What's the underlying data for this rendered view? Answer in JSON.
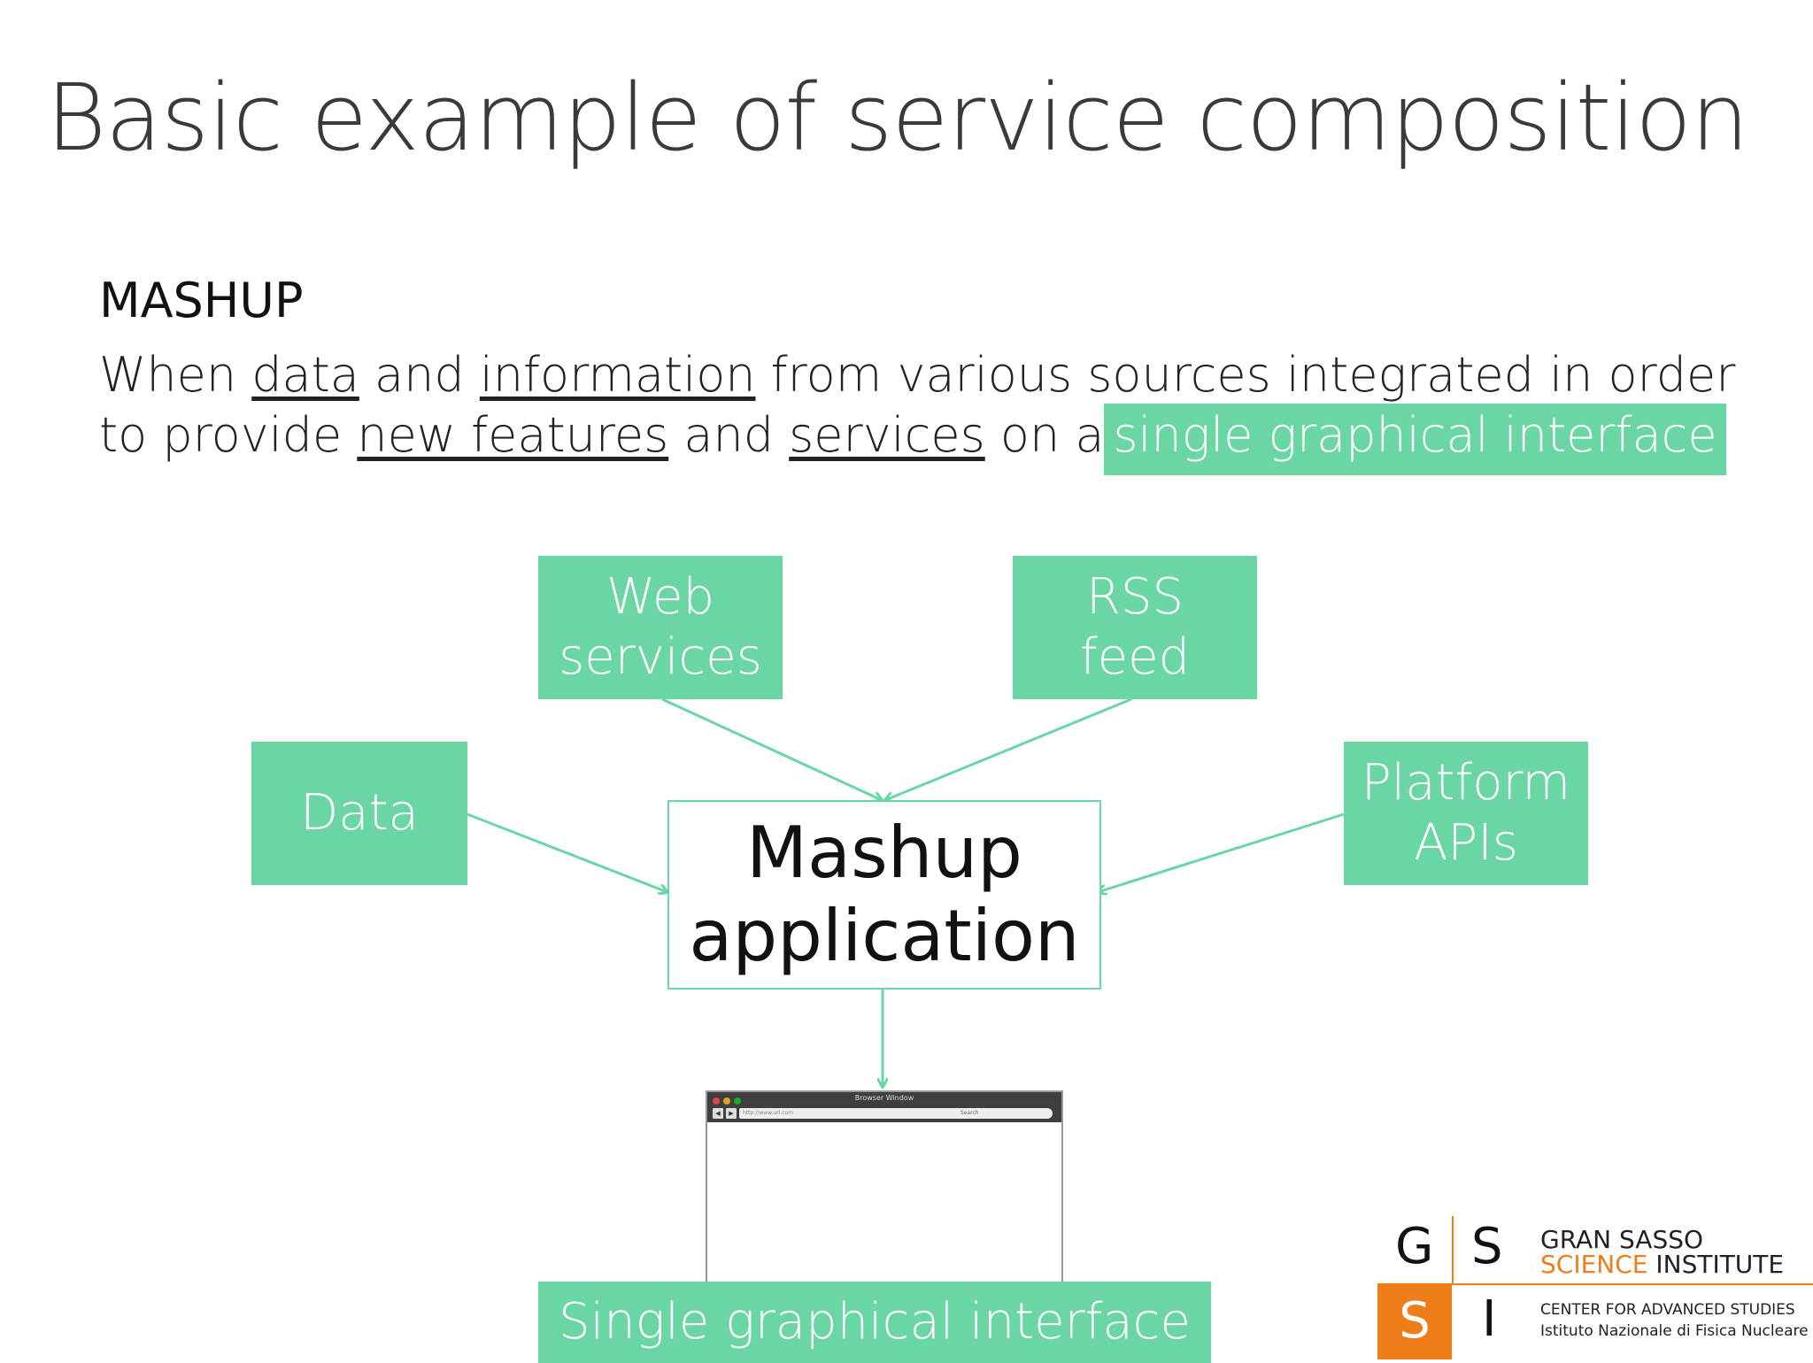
{
  "title": "Basic example of service composition",
  "subtitle": "MASHUP",
  "definition": {
    "w1": "When ",
    "u1": "data",
    "w2": " and ",
    "u2": "information",
    "w3": " from various sources integrated in order to provide ",
    "u3": "new features",
    "w4": " and ",
    "u4": "services",
    "w5": " on a",
    "highlight": "single graphical interface"
  },
  "diagram": {
    "web_services": "Web\nservices",
    "rss_feed": "RSS\nfeed",
    "data": "Data",
    "platform_apis": "Platform\nAPIs",
    "mashup": "Mashup\napplication",
    "output": "Single graphical interface",
    "browser": {
      "title": "Browser Window",
      "url": "http://www.url.com",
      "search": "Search"
    }
  },
  "logo": {
    "g": "G",
    "s1": "S",
    "s2": "S",
    "i": "I",
    "line1": "GRAN SASSO",
    "line2a": "SCIENCE",
    "line2b": " INSTITUTE",
    "line3": "CENTER FOR ADVANCED STUDIES",
    "line4": "Istituto Nazionale di Fisica Nucleare"
  },
  "colors": {
    "accent": "#69d6a4",
    "logo_orange": "#ef7d1a"
  }
}
